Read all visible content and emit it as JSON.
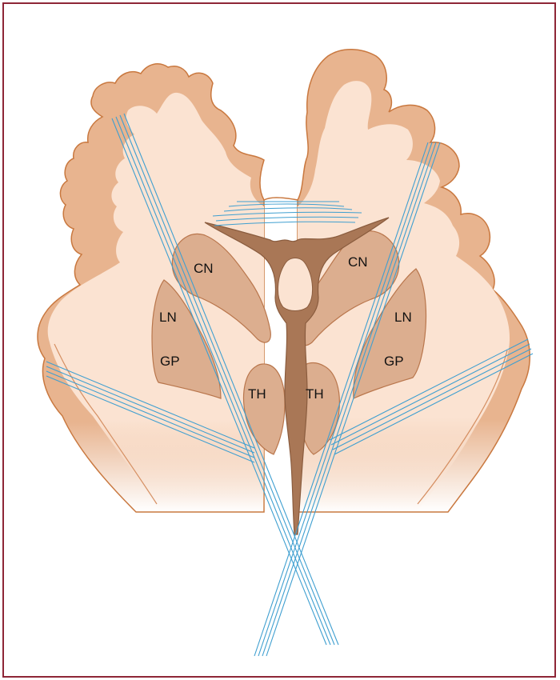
{
  "labels": {
    "cn_left": "CN",
    "cn_right": "CN",
    "ln_left": "LN",
    "ln_right": "LN",
    "gp_left": "GP",
    "gp_right": "GP",
    "th_left": "TH",
    "th_right": "TH"
  },
  "colors": {
    "border": "#8e2637",
    "cortex": "#e8b48f",
    "cortex_outline": "#c9783f",
    "white_matter": "#fbe3d2",
    "nuclei": "#dcae8f",
    "ventricle": "#a97756",
    "fibers": "#3f9fd0"
  }
}
